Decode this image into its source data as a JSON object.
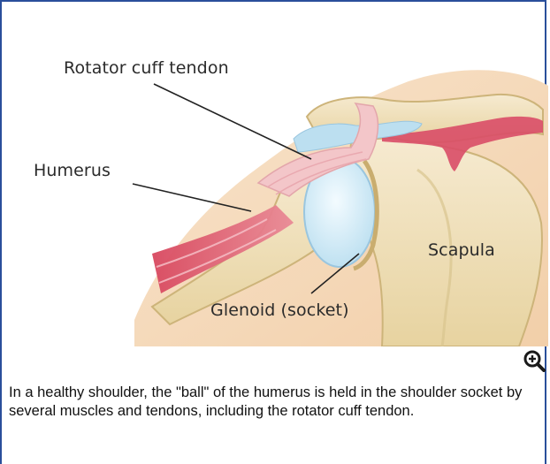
{
  "figure": {
    "labels": {
      "rotator_cuff": "Rotator cuff tendon",
      "humerus": "Humerus",
      "scapula": "Scapula",
      "glenoid": "Glenoid (socket)"
    },
    "zoom_icon": "zoom-in-icon",
    "caption": "In a healthy shoulder, the \"ball\" of the humerus is held in the shoulder socket by several muscles and tendons, including the rotator cuff tendon."
  },
  "colors": {
    "frame_border": "#2a4f9b",
    "bone": "#f1e2b8",
    "bone_shadow": "#d9c48e",
    "cartilage": "#d8eef7",
    "muscle": "#d9546b",
    "tendon": "#f0c6c8",
    "skin": "#f6ddc2"
  }
}
